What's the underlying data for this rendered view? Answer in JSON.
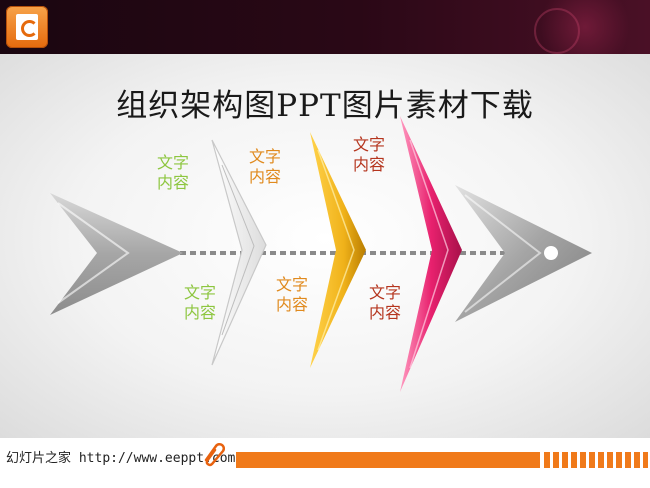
{
  "title": "组织架构图PPT图片素材下载",
  "labels": [
    {
      "text1": "文字",
      "text2": "内容",
      "color": "#8dc63f"
    },
    {
      "text1": "文字",
      "text2": "内容",
      "color": "#e08a1e"
    },
    {
      "text1": "文字",
      "text2": "内容",
      "color": "#b5351e"
    },
    {
      "text1": "文字",
      "text2": "内容",
      "color": "#8dc63f"
    },
    {
      "text1": "文字",
      "text2": "内容",
      "color": "#e08a1e"
    },
    {
      "text1": "文字",
      "text2": "内容",
      "color": "#b5351e"
    }
  ],
  "colors": {
    "tail": "#a8a8a8",
    "fin_white": "#f4f4f4",
    "fin_gold": "#f0b21a",
    "fin_pink": "#e8216e",
    "head": "#9e9e9e",
    "spine": "#8a8a8a",
    "accent": "#f07a1a"
  },
  "footer": {
    "brand_cn": "幻灯片之家",
    "url": " http://www.eeppt.com"
  },
  "icons": [
    "powerpoint-logo-icon",
    "paperclip-icon"
  ]
}
